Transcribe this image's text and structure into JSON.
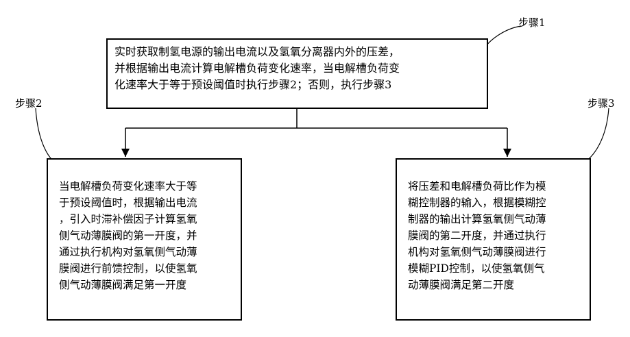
{
  "step_labels": {
    "step1": "步骤1",
    "step2": "步骤2",
    "step3": "步骤3"
  },
  "box1": {
    "lines": [
      "实时获取制氢电源的输出电流以及氢氧分离器内外的压差，",
      "并根据输出电流计算电解槽负荷变化速率，当电解槽负荷变",
      "化速率大于等于预设阈值时执行步骤2；否则，执行步骤3"
    ]
  },
  "box2": {
    "lines": [
      "当电解槽负荷变化速率大于等",
      "于预设阈值时，根据输出电流",
      "，引入时滞补偿因子计算氢氧",
      "侧气动薄膜阀的第一开度，并",
      "通过执行机构对氢氧侧气动薄",
      "膜阀进行前馈控制，以使氢氧",
      "侧气动薄膜阀满足第一开度"
    ]
  },
  "box3": {
    "lines": [
      "将压差和电解槽负荷比作为模",
      "糊控制器的输入，根据模糊控",
      "制器的输出计算氢氧侧气动薄",
      "膜阀的第二开度，并通过执行",
      "机构对氢氧侧气动薄膜阀进行",
      "模糊PID控制，以使氢氧侧气",
      "动薄膜阀满足第二开度"
    ]
  }
}
